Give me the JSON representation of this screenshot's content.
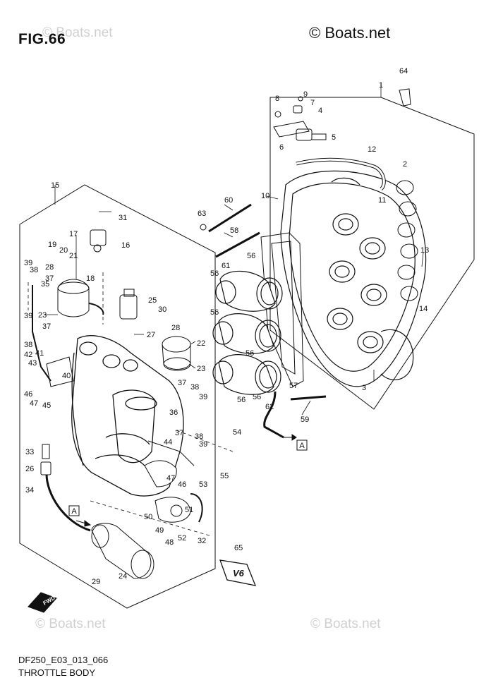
{
  "header": {
    "figure_label": "FIG.66",
    "copyright": "© Boats.net",
    "watermark": "© Boats.net"
  },
  "footer": {
    "code": "DF250_E03_013_066",
    "title": "THROTTLE BODY"
  },
  "badges": {
    "fwd": "FWD",
    "v6": "V6",
    "ref_a": "A"
  },
  "callouts": [
    {
      "id": "c1",
      "label": "1"
    },
    {
      "id": "c2",
      "label": "2"
    },
    {
      "id": "c3",
      "label": "3"
    },
    {
      "id": "c4",
      "label": "4"
    },
    {
      "id": "c5",
      "label": "5"
    },
    {
      "id": "c6",
      "label": "6"
    },
    {
      "id": "c7",
      "label": "7"
    },
    {
      "id": "c8",
      "label": "8"
    },
    {
      "id": "c9",
      "label": "9"
    },
    {
      "id": "c10",
      "label": "10"
    },
    {
      "id": "c11",
      "label": "11"
    },
    {
      "id": "c12",
      "label": "12"
    },
    {
      "id": "c13",
      "label": "13"
    },
    {
      "id": "c14",
      "label": "14"
    },
    {
      "id": "c15",
      "label": "15"
    },
    {
      "id": "c16",
      "label": "16"
    },
    {
      "id": "c17",
      "label": "17"
    },
    {
      "id": "c18",
      "label": "18"
    },
    {
      "id": "c19",
      "label": "19"
    },
    {
      "id": "c20",
      "label": "20"
    },
    {
      "id": "c21",
      "label": "21"
    },
    {
      "id": "c22",
      "label": "22"
    },
    {
      "id": "c23a",
      "label": "23"
    },
    {
      "id": "c23b",
      "label": "23"
    },
    {
      "id": "c24",
      "label": "24"
    },
    {
      "id": "c25",
      "label": "25"
    },
    {
      "id": "c26",
      "label": "26"
    },
    {
      "id": "c27",
      "label": "27"
    },
    {
      "id": "c28a",
      "label": "28"
    },
    {
      "id": "c28b",
      "label": "28"
    },
    {
      "id": "c29",
      "label": "29"
    },
    {
      "id": "c30",
      "label": "30"
    },
    {
      "id": "c31",
      "label": "31"
    },
    {
      "id": "c32",
      "label": "32"
    },
    {
      "id": "c33",
      "label": "33"
    },
    {
      "id": "c34",
      "label": "34"
    },
    {
      "id": "c35",
      "label": "35"
    },
    {
      "id": "c36",
      "label": "36"
    },
    {
      "id": "c37a",
      "label": "37"
    },
    {
      "id": "c37b",
      "label": "37"
    },
    {
      "id": "c37c",
      "label": "37"
    },
    {
      "id": "c37d",
      "label": "37"
    },
    {
      "id": "c38a",
      "label": "38"
    },
    {
      "id": "c38b",
      "label": "38"
    },
    {
      "id": "c38c",
      "label": "38"
    },
    {
      "id": "c38d",
      "label": "38"
    },
    {
      "id": "c39a",
      "label": "39"
    },
    {
      "id": "c39b",
      "label": "39"
    },
    {
      "id": "c39c",
      "label": "39"
    },
    {
      "id": "c39d",
      "label": "39"
    },
    {
      "id": "c40",
      "label": "40"
    },
    {
      "id": "c41",
      "label": "41"
    },
    {
      "id": "c42",
      "label": "42"
    },
    {
      "id": "c43",
      "label": "43"
    },
    {
      "id": "c44",
      "label": "44"
    },
    {
      "id": "c45",
      "label": "45"
    },
    {
      "id": "c46a",
      "label": "46"
    },
    {
      "id": "c46b",
      "label": "46"
    },
    {
      "id": "c47a",
      "label": "47"
    },
    {
      "id": "c47b",
      "label": "47"
    },
    {
      "id": "c48",
      "label": "48"
    },
    {
      "id": "c49",
      "label": "49"
    },
    {
      "id": "c50",
      "label": "50"
    },
    {
      "id": "c51",
      "label": "51"
    },
    {
      "id": "c52",
      "label": "52"
    },
    {
      "id": "c53",
      "label": "53"
    },
    {
      "id": "c54",
      "label": "54"
    },
    {
      "id": "c55",
      "label": "55"
    },
    {
      "id": "c56a",
      "label": "56"
    },
    {
      "id": "c56b",
      "label": "56"
    },
    {
      "id": "c56c",
      "label": "56"
    },
    {
      "id": "c56d",
      "label": "56"
    },
    {
      "id": "c56e",
      "label": "56"
    },
    {
      "id": "c56f",
      "label": "56"
    },
    {
      "id": "c57",
      "label": "57"
    },
    {
      "id": "c58",
      "label": "58"
    },
    {
      "id": "c59",
      "label": "59"
    },
    {
      "id": "c60",
      "label": "60"
    },
    {
      "id": "c61",
      "label": "61"
    },
    {
      "id": "c62",
      "label": "62"
    },
    {
      "id": "c63",
      "label": "63"
    },
    {
      "id": "c64",
      "label": "64"
    },
    {
      "id": "c65",
      "label": "65"
    }
  ]
}
